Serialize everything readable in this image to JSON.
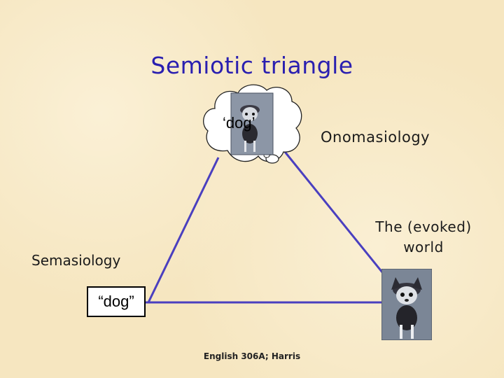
{
  "slide": {
    "title": "Semiotic triangle",
    "concept_label": "‘dog’",
    "onomasiology_label": "Onomasiology",
    "world_label_line1": "The (evoked)",
    "world_label_line2": "world",
    "semasiology_label": "Semasiology",
    "word_label": "“dog”",
    "footer": "English 306A; Harris"
  },
  "colors": {
    "title": "#2a1fb0",
    "line": "#4a3fbf",
    "background": "#f6e6c0"
  },
  "icons": [
    "thought-cloud-icon",
    "dog-photo-icon"
  ]
}
